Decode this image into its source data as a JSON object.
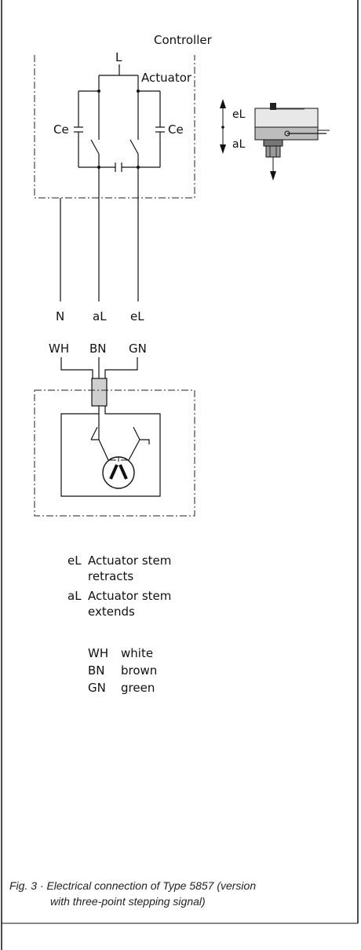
{
  "labels": {
    "controller": "Controller",
    "line_l": "L",
    "actuator": "Actuator",
    "ce_left": "Ce",
    "ce_right": "Ce",
    "el_arrow": "eL",
    "al_arrow": "aL",
    "term_n": "N",
    "term_al": "aL",
    "term_el": "eL",
    "wire_wh": "WH",
    "wire_bn": "BN",
    "wire_gn": "GN"
  },
  "legend": {
    "signals": [
      {
        "code": "eL",
        "line1": "Actuator stem",
        "line2": "retracts"
      },
      {
        "code": "aL",
        "line1": "Actuator stem",
        "line2": "extends"
      }
    ],
    "colors": [
      {
        "code": "WH",
        "name": "white"
      },
      {
        "code": "BN",
        "name": "brown"
      },
      {
        "code": "GN",
        "name": "green"
      }
    ]
  },
  "caption": {
    "line1": "Fig. 3 · Electrical connection of Type 5857 (version",
    "line2": "with three-point stepping signal)"
  }
}
